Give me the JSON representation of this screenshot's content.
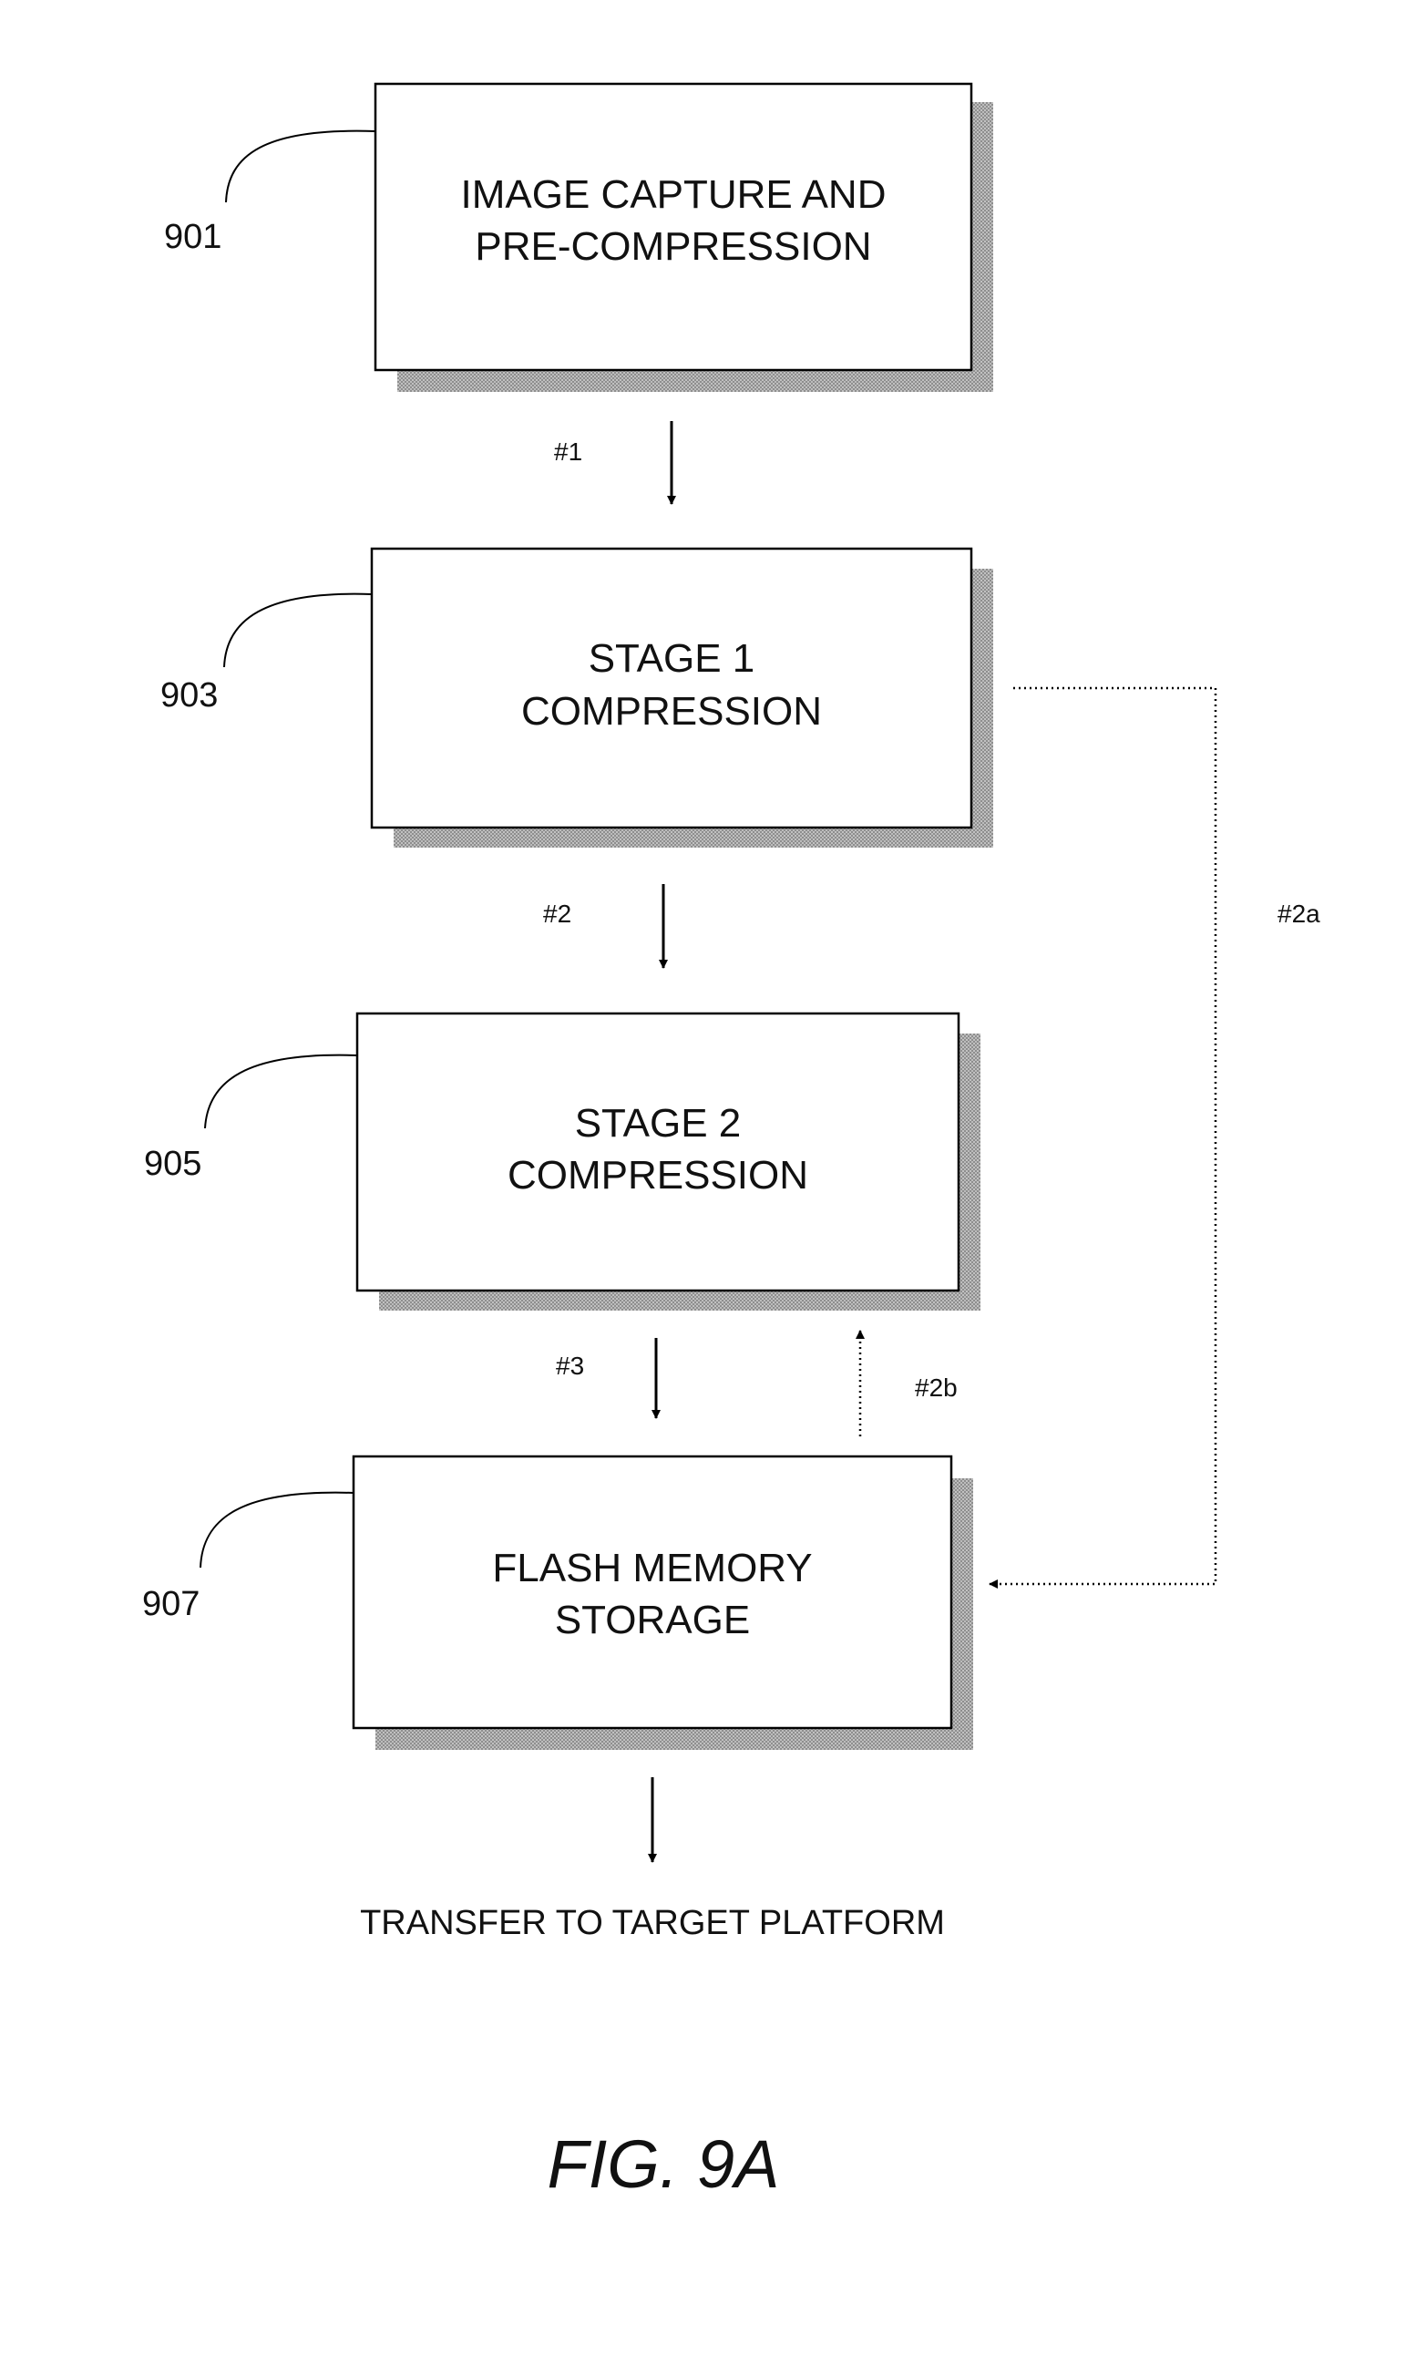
{
  "diagram": {
    "nodes": [
      {
        "id": "901",
        "ref": "901",
        "lines": [
          "IMAGE CAPTURE AND",
          "PRE-COMPRESSION"
        ]
      },
      {
        "id": "903",
        "ref": "903",
        "lines": [
          "STAGE 1",
          "COMPRESSION"
        ]
      },
      {
        "id": "905",
        "ref": "905",
        "lines": [
          "STAGE 2",
          "COMPRESSION"
        ]
      },
      {
        "id": "907",
        "ref": "907",
        "lines": [
          "FLASH MEMORY",
          "STORAGE"
        ]
      }
    ],
    "edges": [
      {
        "id": "e1",
        "from": "901",
        "to": "903",
        "label": "#1",
        "style": "solid"
      },
      {
        "id": "e2",
        "from": "903",
        "to": "905",
        "label": "#2",
        "style": "solid"
      },
      {
        "id": "e3",
        "from": "905",
        "to": "907",
        "label": "#3",
        "style": "solid"
      },
      {
        "id": "e2a",
        "from": "903",
        "to": "907",
        "label": "#2a",
        "style": "dotted"
      },
      {
        "id": "e2b",
        "from": "907",
        "to": "905",
        "label": "#2b",
        "style": "dotted"
      },
      {
        "id": "e4",
        "from": "907",
        "to": "output",
        "label": "",
        "style": "solid"
      }
    ],
    "output_label": "TRANSFER TO TARGET PLATFORM",
    "figure_title": "FIG. 9A"
  }
}
